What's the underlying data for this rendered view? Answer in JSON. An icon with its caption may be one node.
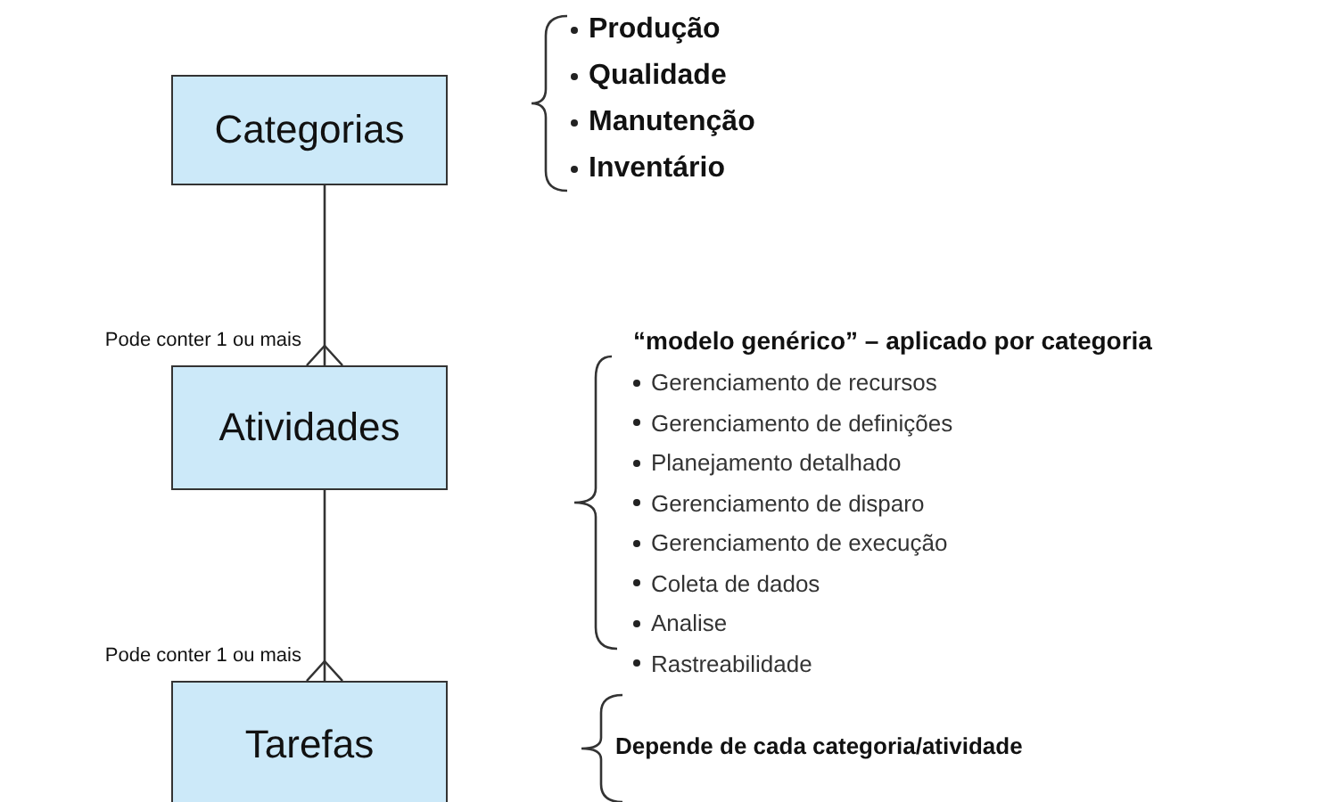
{
  "diagram": {
    "nodes": [
      {
        "text": [
          "Categorias"
        ]
      },
      {
        "text": [
          "Atividades"
        ]
      },
      {
        "text": [
          "Tarefas"
        ]
      }
    ],
    "edges": [
      {
        "from": 0,
        "to": 1,
        "arrow": "other",
        "label": "Pode conter 1 ou mais"
      },
      {
        "from": 1,
        "to": 2,
        "arrow": "other",
        "label": "Pode conter 1 ou mais"
      }
    ],
    "labels": [
      "Produção",
      "Qualidade",
      "Manutenção",
      "Inventário",
      "“modelo genérico” – aplicado por categoria",
      "Gerenciamento de recursos",
      "Gerenciamento de definições",
      "Planejamento detalhado",
      "Gerenciamento de disparo",
      "Gerenciamento de execução",
      "Coleta de dados",
      "Analise",
      "Rastreabilidade",
      "Depende de cada categoria/atividade"
    ]
  }
}
